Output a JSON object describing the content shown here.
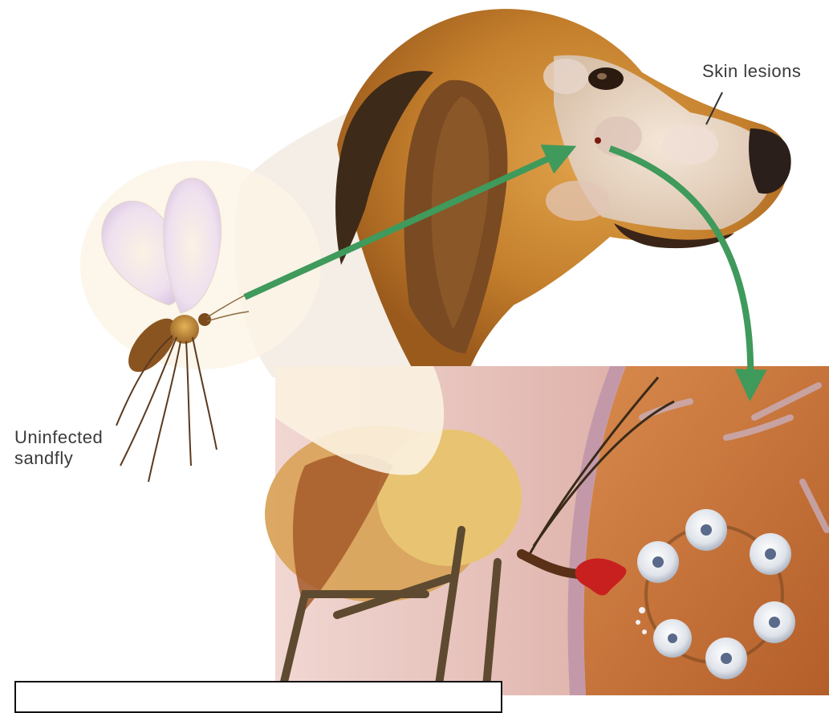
{
  "labels": {
    "skin_lesions": "Skin lesions",
    "uninfected_line1": "Uninfected",
    "uninfected_line2": "sandfly"
  },
  "colors": {
    "arrow": "#3f9a5c",
    "dog_fur": "#c8862e",
    "dog_ear": "#7a4a22",
    "skin_tissue": "#c9743a",
    "outer_skin": "#e8c4bb",
    "proboscis_fluid": "#c8201f"
  },
  "icons": {
    "sandfly": "sandfly-illustration",
    "dog": "dog-head-illustration",
    "cells": "infected-cell-ring"
  }
}
